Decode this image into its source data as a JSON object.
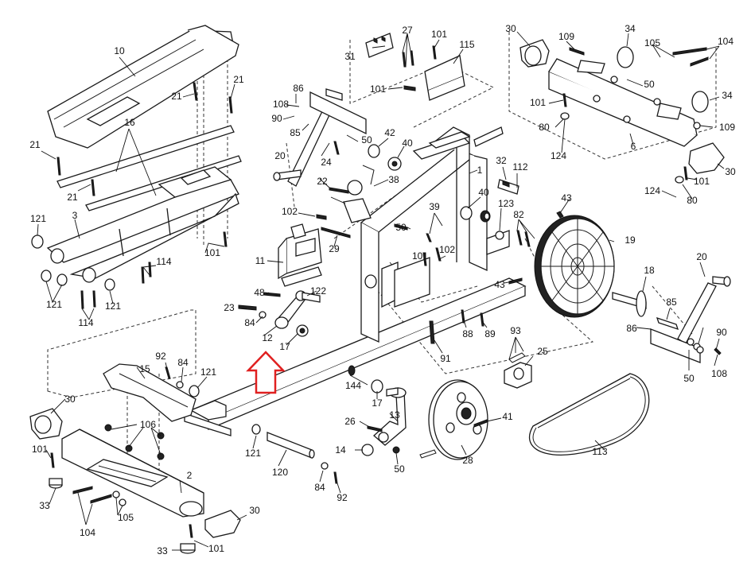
{
  "diagram": {
    "callouts": [
      "1",
      "2",
      "3",
      "6",
      "10",
      "11",
      "12",
      "13",
      "14",
      "15",
      "16",
      "17",
      "18",
      "19",
      "20",
      "21",
      "22",
      "23",
      "24",
      "25",
      "26",
      "27",
      "28",
      "29",
      "30",
      "31",
      "32",
      "33",
      "34",
      "38",
      "39",
      "40",
      "41",
      "42",
      "43",
      "48",
      "50",
      "80",
      "82",
      "84",
      "85",
      "86",
      "88",
      "89",
      "90",
      "91",
      "92",
      "93",
      "101",
      "102",
      "104",
      "105",
      "106",
      "108",
      "109",
      "112",
      "113",
      "114",
      "115",
      "120",
      "121",
      "122",
      "123",
      "124",
      "144"
    ],
    "highlight": {
      "target_part": "12",
      "arrow_color": "#e02020"
    },
    "colors": {
      "line": "#1a1a1a",
      "background": "#ffffff"
    }
  }
}
